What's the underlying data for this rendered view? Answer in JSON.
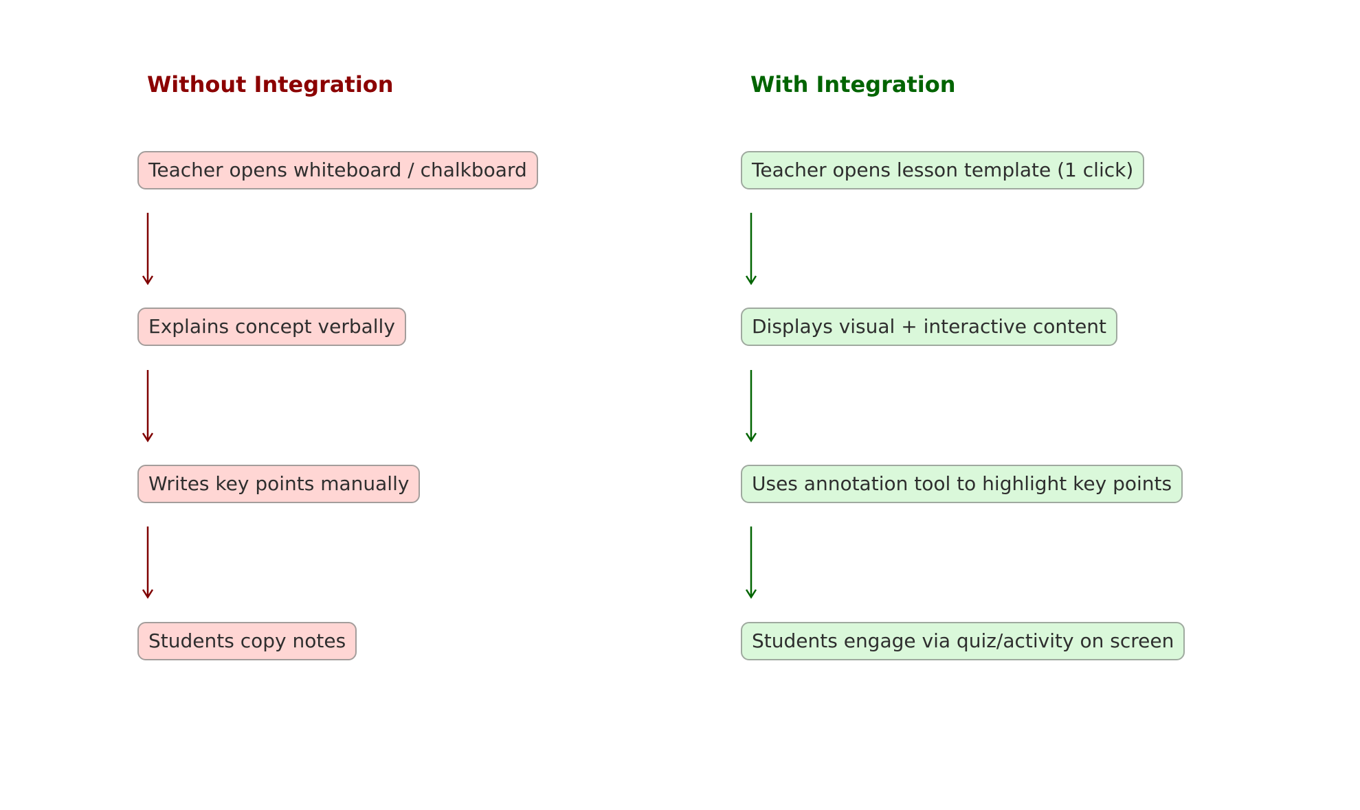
{
  "columns": [
    {
      "title": "Without Integration",
      "color": "#8b0000",
      "steps": [
        "Teacher opens whiteboard / chalkboard",
        "Explains concept verbally",
        "Writes key points manually",
        "Students copy notes"
      ]
    },
    {
      "title": "With Integration",
      "color": "#006400",
      "steps": [
        "Teacher opens lesson template (1 click)",
        "Displays visual + interactive content",
        "Uses annotation tool to highlight key points",
        "Students engage via quiz/activity on screen"
      ]
    }
  ]
}
